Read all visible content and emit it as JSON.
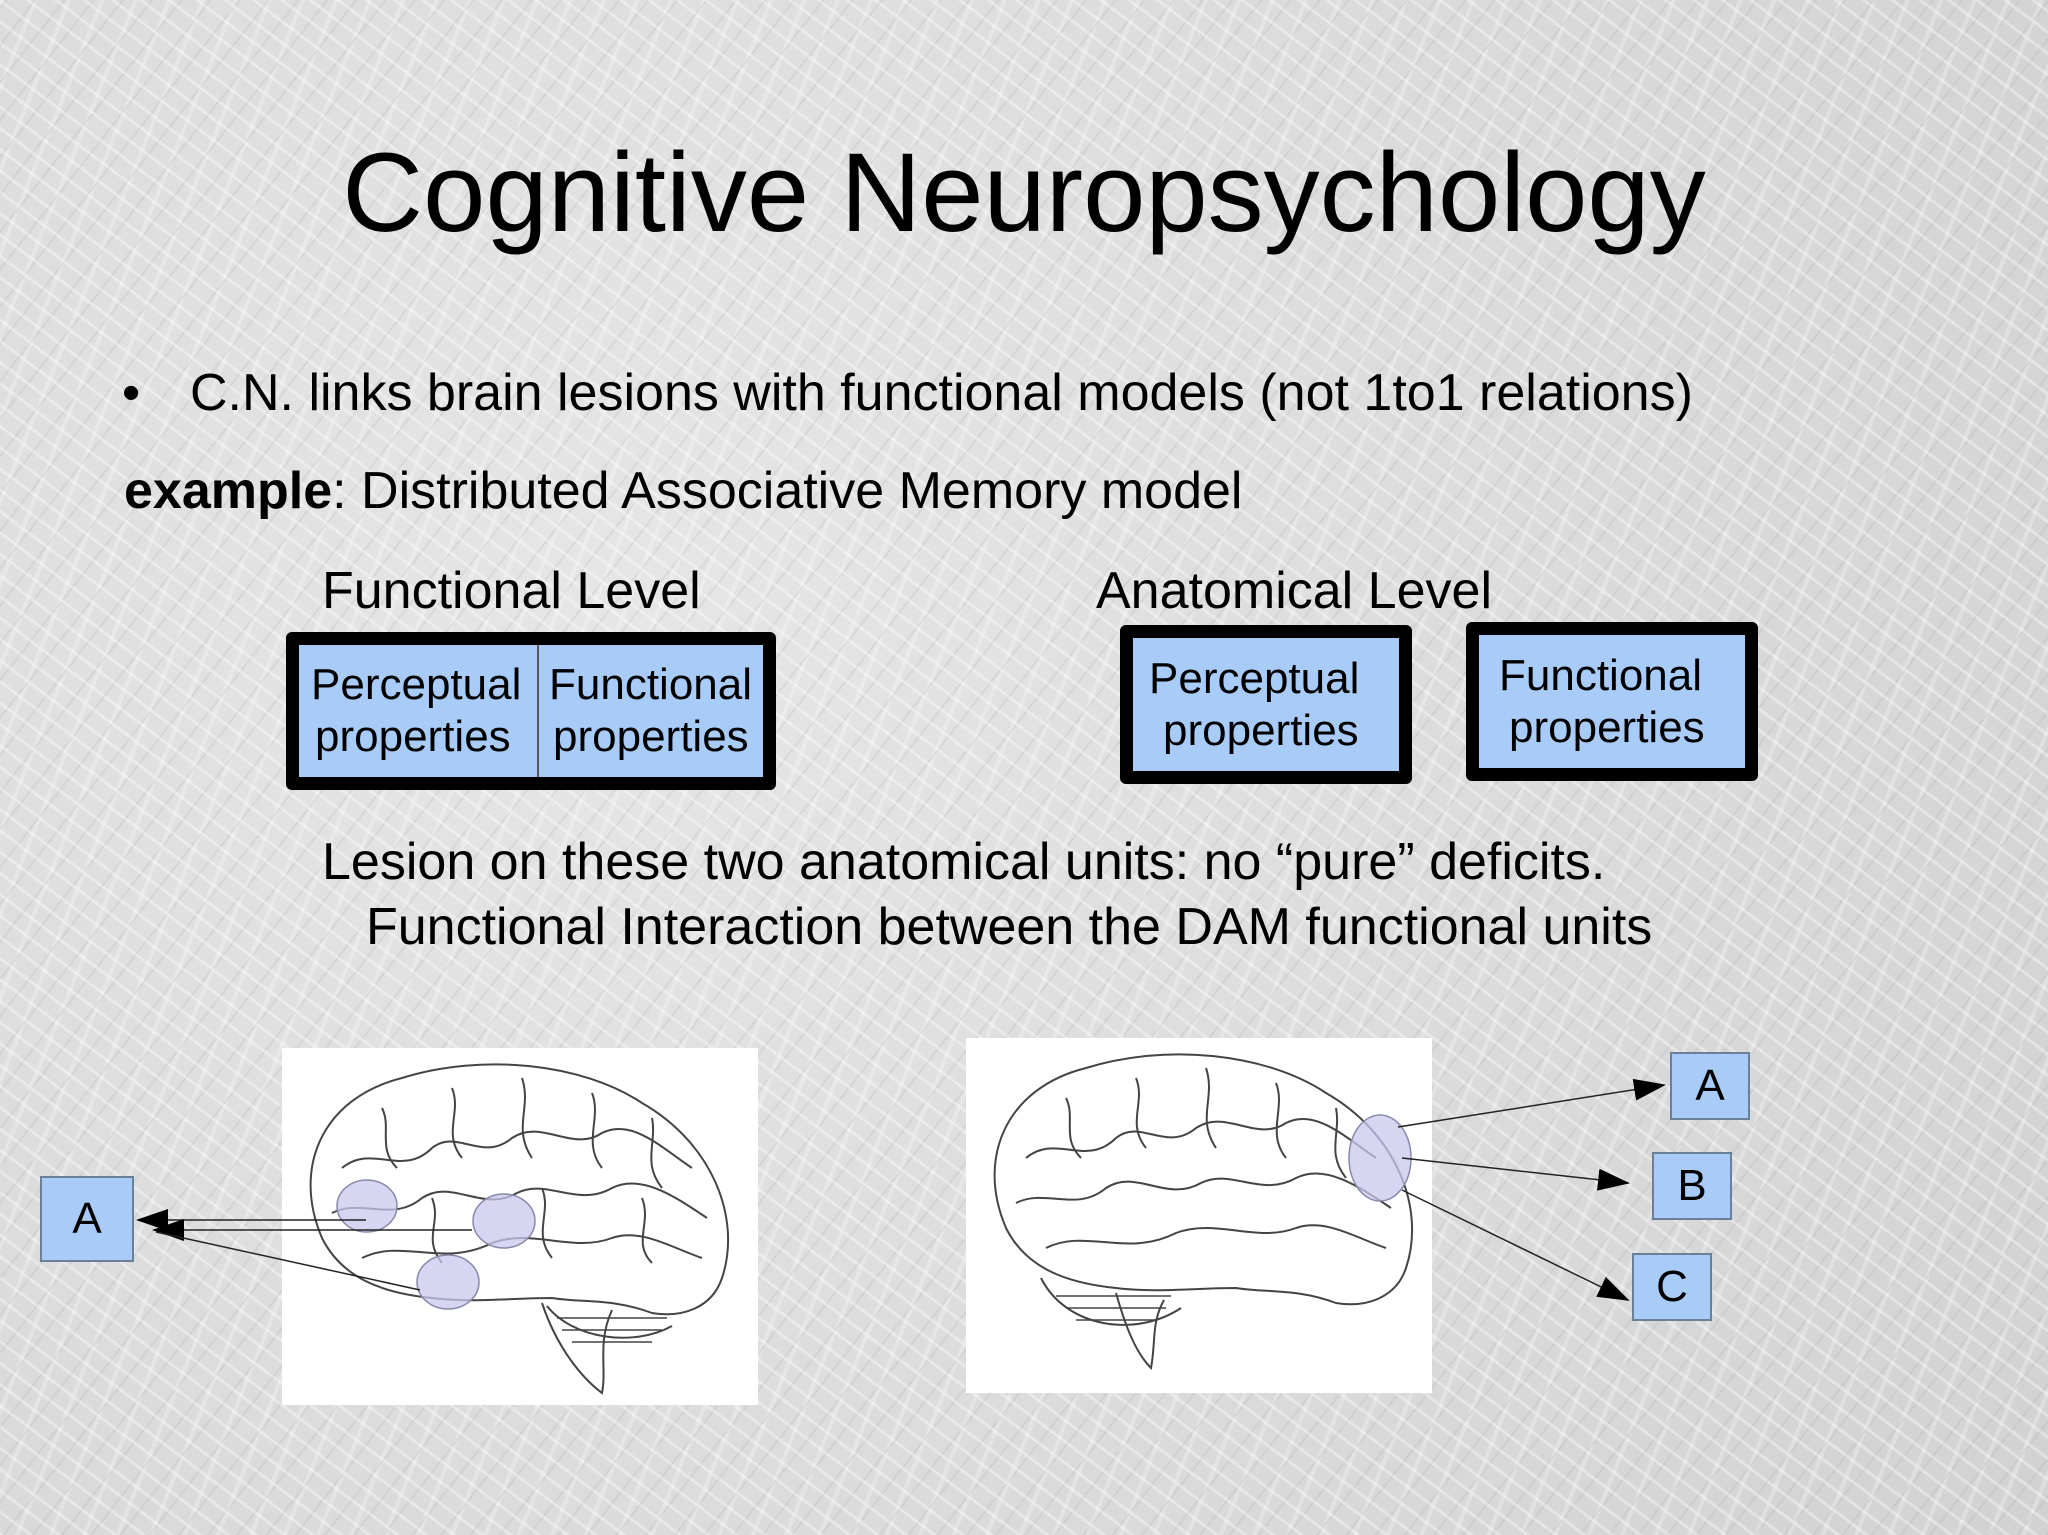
{
  "title": "Cognitive Neuropsychology",
  "bullet": {
    "symbol": "•",
    "text": "C.N. links brain lesions with functional models (not 1to1 relations)"
  },
  "example": {
    "label": "example",
    "text": ": Distributed Associative Memory model"
  },
  "functional_level": {
    "label": "Functional Level",
    "box": {
      "left": [
        "Perceptual",
        "properties"
      ],
      "right": [
        "Functional",
        "properties"
      ]
    }
  },
  "anatomical_level": {
    "label": "Anatomical Level",
    "box1": [
      "Perceptual",
      "properties"
    ],
    "box2": [
      "Functional",
      "properties"
    ]
  },
  "lesion_text": {
    "line1": "Lesion on these two anatomical units: no “pure” deficits.",
    "line2": "Functional Interaction between the DAM functional units"
  },
  "left_diagram": {
    "unit": "A"
  },
  "right_diagram": {
    "units": [
      "A",
      "B",
      "C"
    ]
  },
  "colors": {
    "box_fill": "#a8cbf8",
    "box_border": "#000000",
    "lesion_region": "#c8c8ef"
  }
}
